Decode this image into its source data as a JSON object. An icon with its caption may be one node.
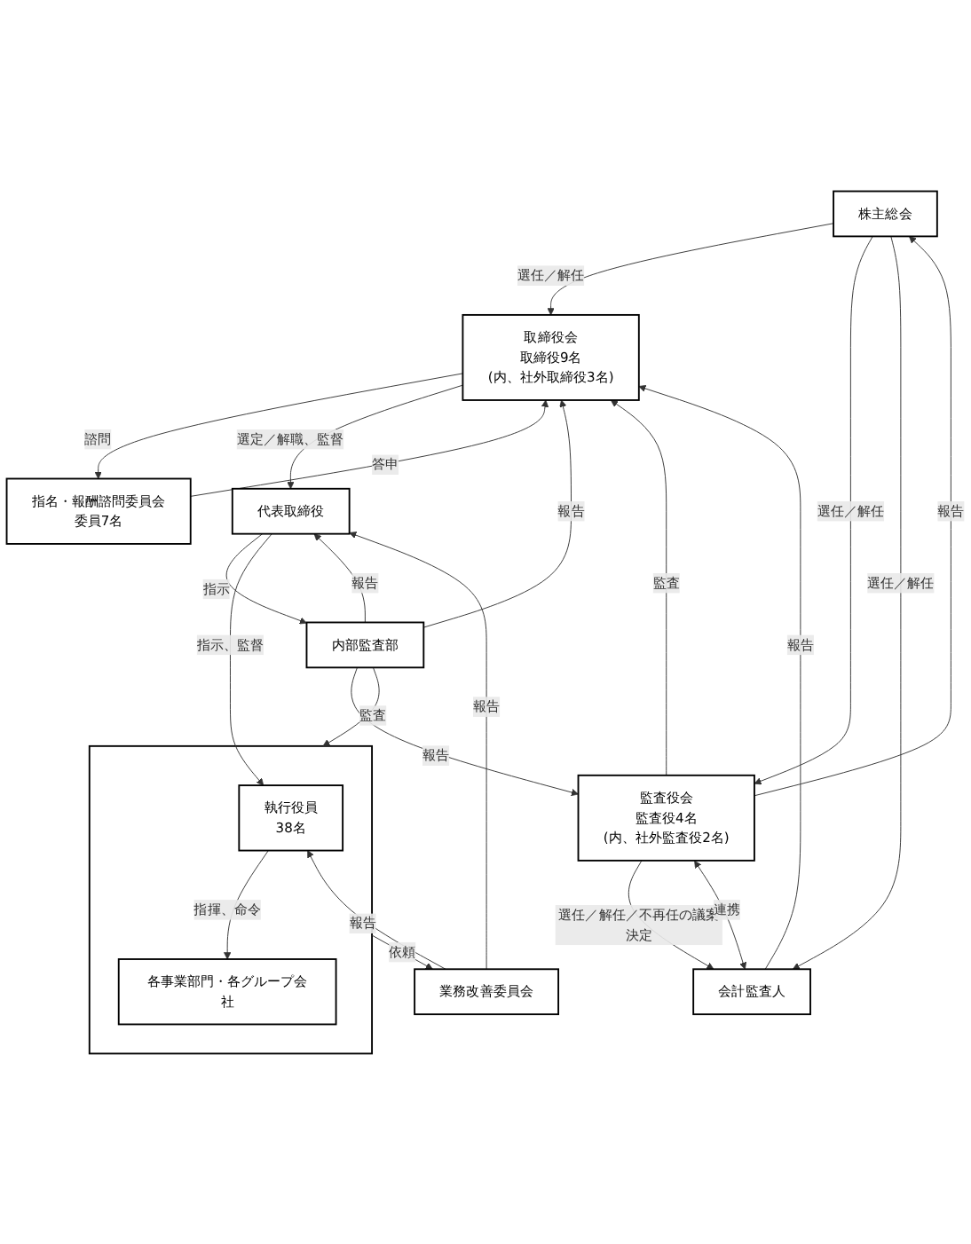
{
  "diagram": {
    "nodes": [
      {
        "text": [
          "株主総会"
        ]
      },
      {
        "text": [
          "指名・報酬諮問委員会",
          "委員7名"
        ]
      },
      {
        "text": [
          "取締役会",
          "取締役9名",
          "(内、社外取締役3名)"
        ]
      },
      {
        "text": [
          "監査役会",
          "監査役4名",
          "(内、社外監査役2名)"
        ]
      },
      {
        "text": [
          "会計監査人"
        ]
      },
      {
        "text": [
          "代表取締役"
        ]
      },
      {
        "text": [
          "内部監査部"
        ]
      },
      {
        "text": [
          "業務改善委員会"
        ]
      },
      {
        "text": [],
        "shape": "box"
      },
      {
        "text": [
          "執行役員",
          "38名"
        ],
        "in": 8
      },
      {
        "text": [
          "各事業部門・各グループ会社"
        ],
        "in": 8
      }
    ],
    "edges": [
      {
        "from": 0,
        "to": 2,
        "arrow": "to",
        "label": "選任／解任"
      },
      {
        "from": 3,
        "to": 0,
        "arrow": "to",
        "label": "報告"
      },
      {
        "from": 0,
        "to": 3,
        "arrow": "to",
        "label": "選任／解任"
      },
      {
        "from": 0,
        "to": 4,
        "arrow": "to",
        "label": "選任／解任"
      },
      {
        "from": 4,
        "to": 2,
        "arrow": "to",
        "label": "報告"
      },
      {
        "from": 2,
        "to": 1,
        "arrow": "to",
        "label": "諮問"
      },
      {
        "from": 1,
        "to": 2,
        "arrow": "to",
        "label": "答申"
      },
      {
        "from": 3,
        "to": 2,
        "arrow": "to",
        "label": "監査"
      },
      {
        "from": 3,
        "to": 4,
        "arrow": "to",
        "label": "選任／解任／不再任の議案決定"
      },
      {
        "from": 3,
        "to": 4,
        "arrow": "both",
        "label": "連携"
      },
      {
        "from": 2,
        "to": 5,
        "arrow": "to",
        "label": "選定／解職、監督"
      },
      {
        "from": 6,
        "to": 2,
        "arrow": "to",
        "label": "報告"
      },
      {
        "from": 6,
        "to": 3,
        "arrow": "to",
        "label": "報告"
      },
      {
        "from": 7,
        "to": 5,
        "arrow": "to",
        "label": "報告"
      },
      {
        "from": 5,
        "to": 6,
        "arrow": "to",
        "label": "指示"
      },
      {
        "from": 6,
        "to": 5,
        "arrow": "to",
        "label": "報告"
      },
      {
        "from": 5,
        "to": 9,
        "arrow": "to",
        "label": "指示、監督"
      },
      {
        "from": 6,
        "to": 8,
        "arrow": "to",
        "label": "監査"
      },
      {
        "from": 7,
        "to": 9,
        "arrow": "to",
        "label": "報告"
      },
      {
        "from": 8,
        "to": 7,
        "arrow": "to",
        "label": "依頼"
      },
      {
        "from": 9,
        "to": 10,
        "arrow": "to",
        "label": "指揮、命令"
      }
    ]
  }
}
